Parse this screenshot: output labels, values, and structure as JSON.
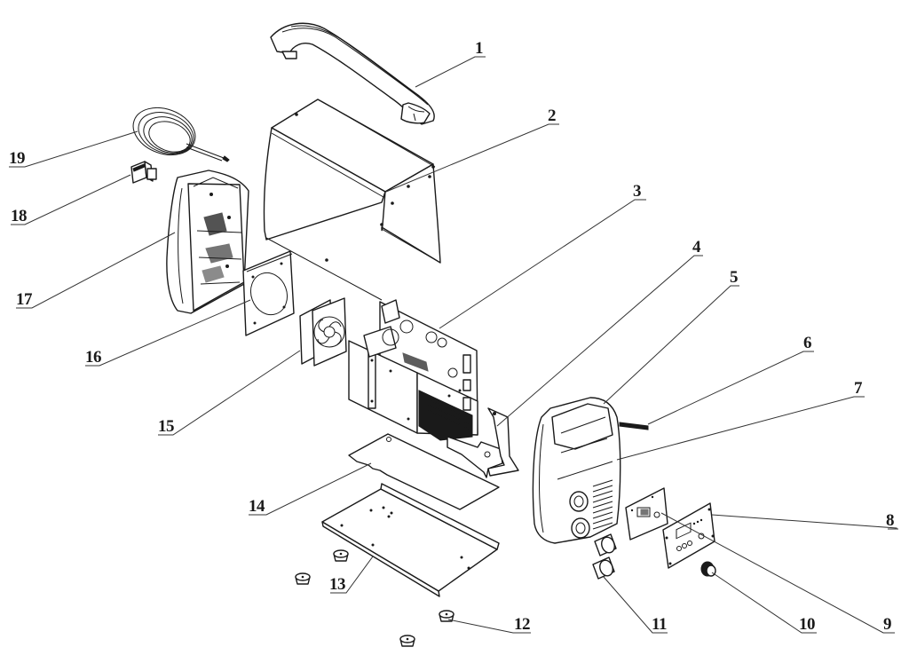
{
  "diagram": {
    "type": "exploded-parts-view",
    "subject": "welding inverter assembly",
    "line_color": "#1a1a1a",
    "background": "#ffffff",
    "callouts": [
      {
        "number": "1",
        "part": "handle"
      },
      {
        "number": "2",
        "part": "top-cover"
      },
      {
        "number": "3",
        "part": "main-pcb-assembly"
      },
      {
        "number": "4",
        "part": "output-busbar"
      },
      {
        "number": "5",
        "part": "front-panel-frame"
      },
      {
        "number": "6",
        "part": "wire-lead"
      },
      {
        "number": "7",
        "part": "front-panel-body"
      },
      {
        "number": "8",
        "part": "control-panel-plate"
      },
      {
        "number": "9",
        "part": "control-pcb"
      },
      {
        "number": "10",
        "part": "adjustment-knob"
      },
      {
        "number": "11",
        "part": "output-socket"
      },
      {
        "number": "12",
        "part": "rubber-foot"
      },
      {
        "number": "13",
        "part": "base-plate"
      },
      {
        "number": "14",
        "part": "insulation-sheet"
      },
      {
        "number": "15",
        "part": "cooling-fan"
      },
      {
        "number": "16",
        "part": "fan-bracket"
      },
      {
        "number": "17",
        "part": "rear-panel"
      },
      {
        "number": "18",
        "part": "power-switch"
      },
      {
        "number": "19",
        "part": "power-cable"
      }
    ]
  }
}
